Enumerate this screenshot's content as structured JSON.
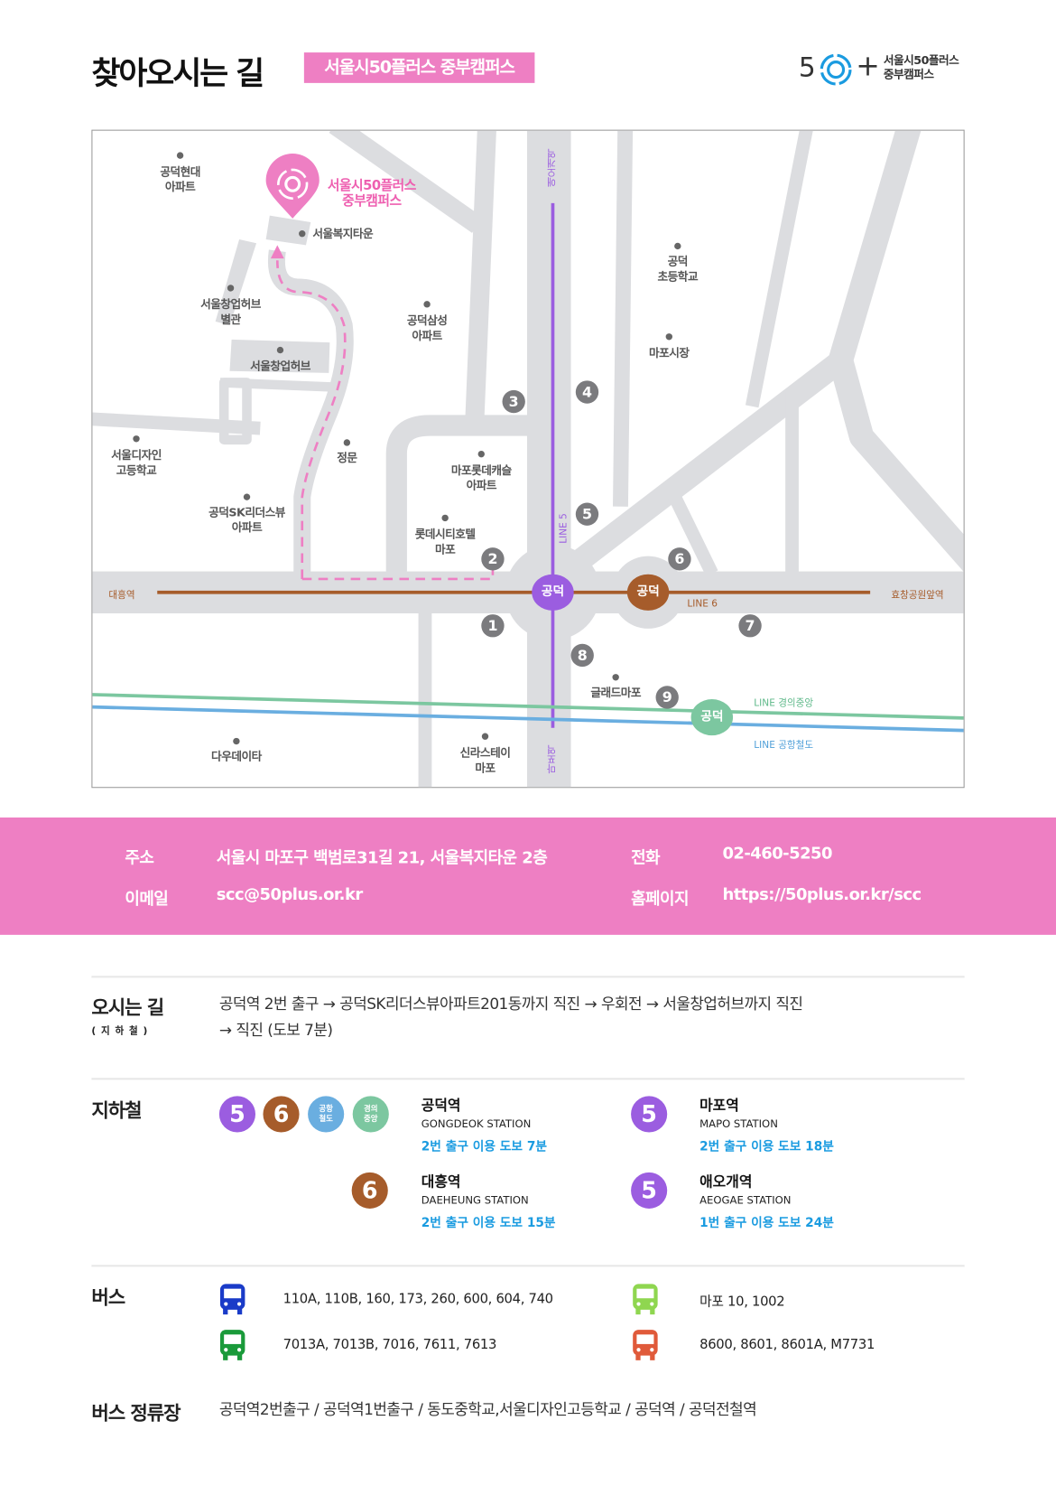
{
  "header": {
    "title": "찾아오시는 길",
    "badge": "서울시50플러스 중부캠퍼스",
    "logo_number": "5",
    "logo_plus": "+",
    "logo_text": "서울시50플러스\n중부캠퍼스"
  },
  "colors": {
    "pink": "#ee7fc3",
    "line5": "#9b5de0",
    "line6": "#a65c2b",
    "gyeongui": "#7cc7a0",
    "airport": "#6aaee0",
    "road": "#dcdde0",
    "exit": "#7b7b7e",
    "walk_text": "#1a9be0"
  },
  "map": {
    "destination": "서울시50플러스\n중부캠퍼스",
    "places": [
      "공덕현대\n아파트",
      "서울복지타운",
      "서울창업허브\n별관",
      "서울창업허브",
      "공덕삼성\n아파트",
      "서울디자인\n고등학교",
      "정문",
      "마포롯데캐슬\n아파트",
      "공덕SK리더스뷰\n아파트",
      "롯데시티호텔\n마포",
      "공덕\n초등학교",
      "마포시장",
      "글래드마포",
      "다우데이타",
      "신라스테이\n마포"
    ],
    "exits": [
      "1",
      "2",
      "3",
      "4",
      "5",
      "6",
      "7",
      "8",
      "9"
    ],
    "stations": {
      "line5": "공덕",
      "line6": "공덕",
      "gyeongui": "공덕"
    },
    "line_labels": {
      "west": "대흥역",
      "east": "효창공원앞역",
      "line6": "LINE 6",
      "line5": "LINE 5",
      "north": "애오개역",
      "south": "마포역",
      "gyeongui": "LINE 경의중앙",
      "airport": "LINE 공항철도"
    }
  },
  "contact": {
    "address_label": "주소",
    "address": "서울시 마포구 백범로31길 21, 서울복지타운 2층",
    "phone_label": "전화",
    "phone": "02-460-5250",
    "email_label": "이메일",
    "email": "scc@50plus.or.kr",
    "homepage_label": "홈페이지",
    "homepage": "https://50plus.or.kr/scc"
  },
  "directions": {
    "title": "오시는 길",
    "subtitle": "( 지 하 철 )",
    "text": "공덕역 2번 출구 → 공덕SK리더스뷰아파트201동까지 직진 → 우회전 → 서울창업허브까지 직진\n→ 직진 (도보 7분)"
  },
  "subway": {
    "title": "지하철",
    "badges": [
      "5",
      "6",
      "공항\n철도",
      "경의\n중앙"
    ],
    "stations": [
      {
        "line": "5",
        "name": "마포역",
        "en": "MAPO STATION",
        "walk": "2번 출구 이용 도보 18분"
      },
      {
        "line": "6",
        "name": "대흥역",
        "en": "DAEHEUNG STATION",
        "walk": "2번 출구 이용 도보 15분"
      },
      {
        "line": "5",
        "name": "애오개역",
        "en": "AEOGAE STATION",
        "walk": "1번 출구 이용 도보 24분"
      },
      {
        "line": "",
        "name": "공덕역",
        "en": "GONGDEOK STATION",
        "walk": "2번 출구 이용 도보 7분"
      }
    ]
  },
  "bus": {
    "title": "버스",
    "routes": [
      {
        "color": "#1a3bc8",
        "text": "110A, 110B, 160, 173, 260, 600, 604, 740"
      },
      {
        "color": "#8fd650",
        "text": "마포 10, 1002"
      },
      {
        "color": "#1a9a3a",
        "text": "7013A, 7013B, 7016, 7611, 7613"
      },
      {
        "color": "#e05a3a",
        "text": "8600, 8601, 8601A, M7731"
      }
    ]
  },
  "bus_stops": {
    "title": "버스 정류장",
    "text": "공덕역2번출구 / 공덕역1번출구 / 동도중학교,서울디자인고등학교 / 공덕역 / 공덕전철역"
  }
}
